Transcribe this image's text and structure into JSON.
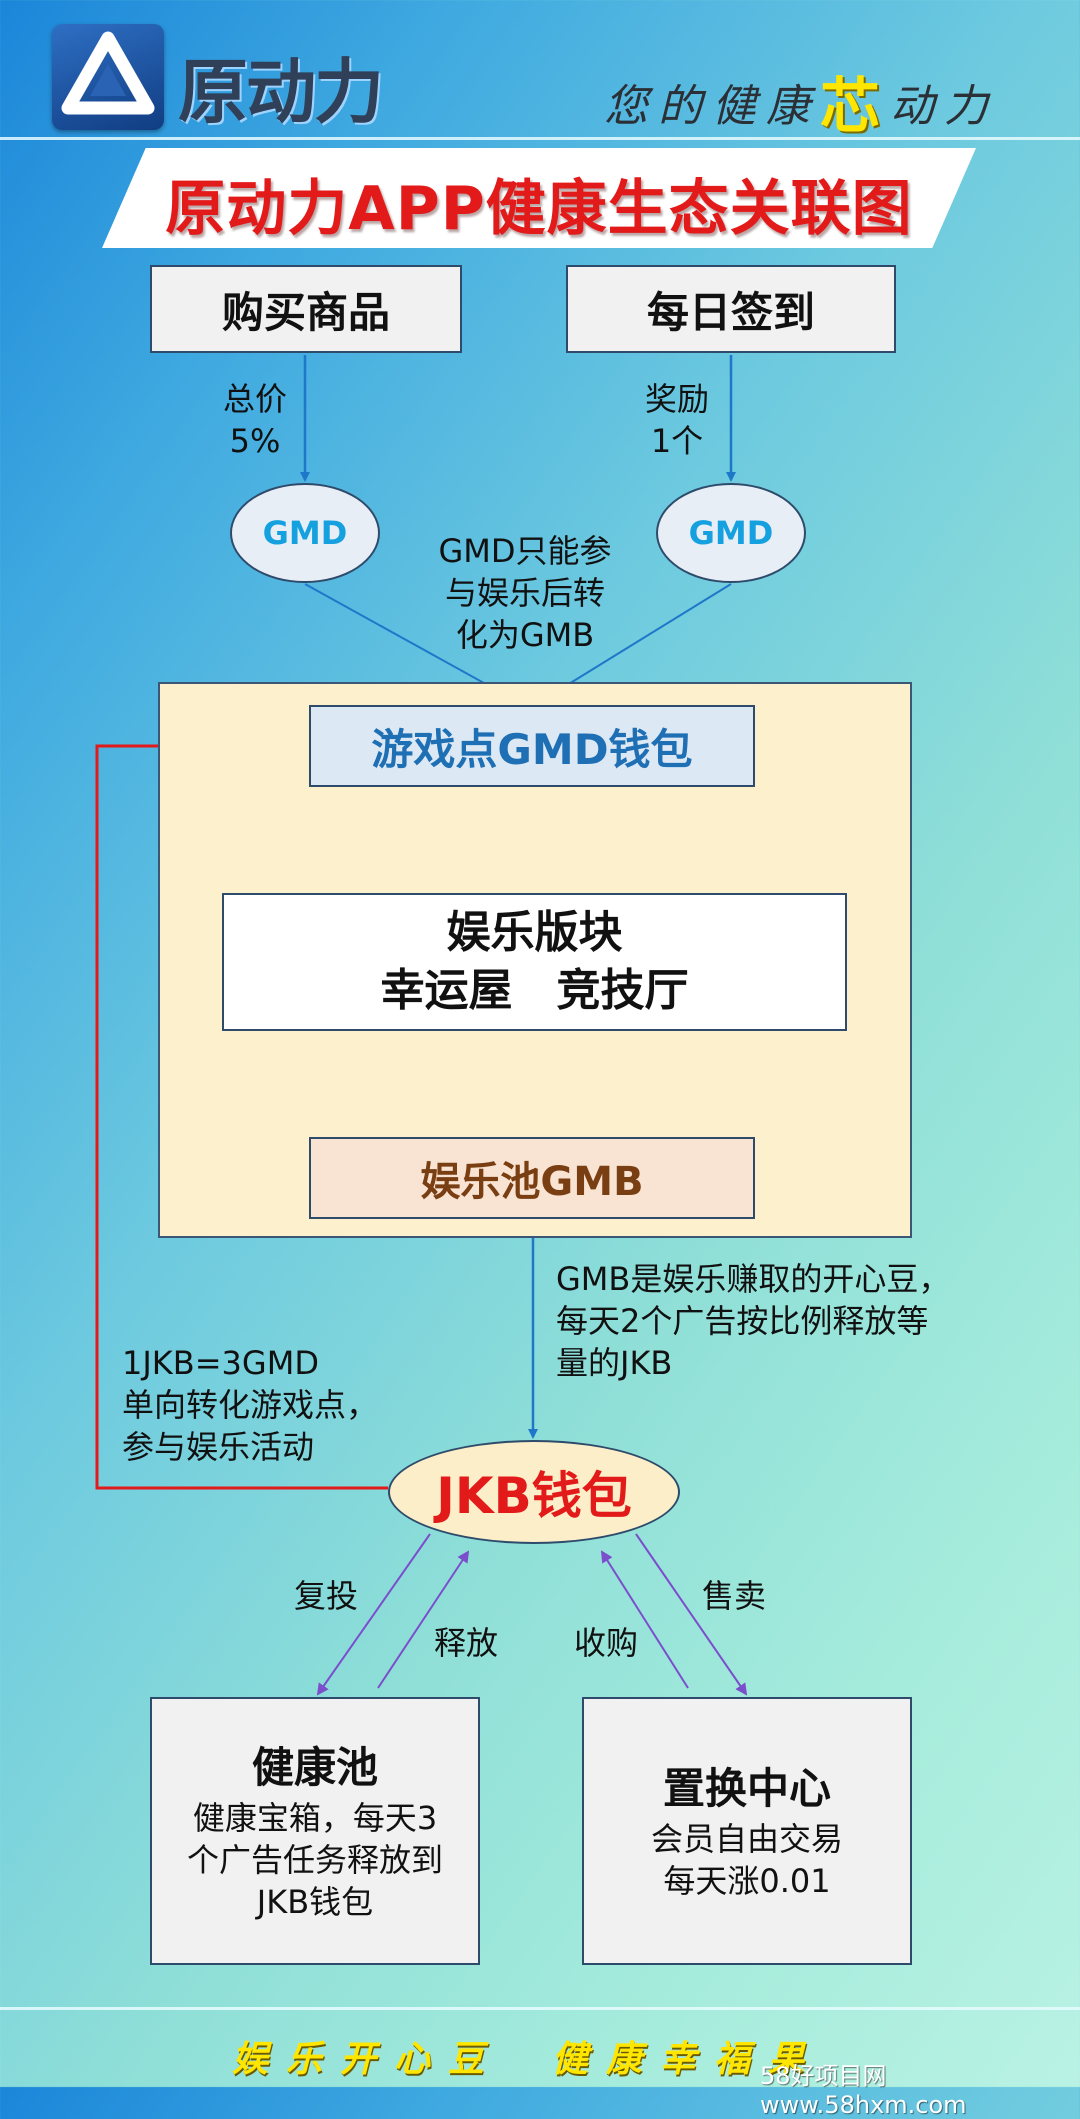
{
  "brand": {
    "logo_text": "原动力",
    "slogan_before": "您的健康",
    "slogan_highlight": "芯",
    "slogan_after": "动力"
  },
  "title": "原动力APP健康生态关联图",
  "top_boxes": {
    "buy": "购买商品",
    "checkin": "每日签到"
  },
  "edge_labels": {
    "buy_line1": "总价",
    "buy_line2": "5%",
    "checkin_line1": "奖励",
    "checkin_line2": "1个",
    "gmd_note_line1": "GMD只能参",
    "gmd_note_line2": "与娱乐后转",
    "gmd_note_line3": "化为GMB",
    "gmb_note_line1": "GMB是娱乐赚取的开心豆，",
    "gmb_note_line2": "每天2个广告按比例释放等",
    "gmb_note_line3": "量的JKB",
    "jkb_note_line1": "1JKB=3GMD",
    "jkb_note_line2": "单向转化游戏点，",
    "jkb_note_line3": "参与娱乐活动",
    "reinvest": "复投",
    "release": "释放",
    "buyback": "收购",
    "sell": "售卖"
  },
  "nodes": {
    "gmd_left": "GMD",
    "gmd_right": "GMD",
    "game_wallet": "游戏点GMD钱包",
    "ent_line1": "娱乐版块",
    "ent_line2": "幸运屋　竞技厅",
    "ent_pool": "娱乐池GMB",
    "jkb_wallet": "JKB钱包"
  },
  "bottom": {
    "health_title": "健康池",
    "health_desc_line1": "健康宝箱，每天3",
    "health_desc_line2": "个广告任务释放到",
    "health_desc_line3": "JKB钱包",
    "exchange_title": "置换中心",
    "exchange_desc_line1": "会员自由交易",
    "exchange_desc_line2": "每天涨0.01"
  },
  "footer": {
    "left": "娱乐开心豆",
    "right": "健康幸福果",
    "watermark": "58好项目网www.58hxm.com"
  },
  "colors": {
    "title_red": "#e21a1a",
    "gmd_blue": "#15a0e0",
    "wallet_blue": "#1f6fb5",
    "pool_brown": "#7a3e13",
    "arrow_blue": "#1f77c9",
    "arrow_orange": "#f08a3a",
    "arrow_red": "#e21a1a",
    "arrow_purple": "#7b4ecc",
    "slogan_yellow": "#ffe600"
  }
}
